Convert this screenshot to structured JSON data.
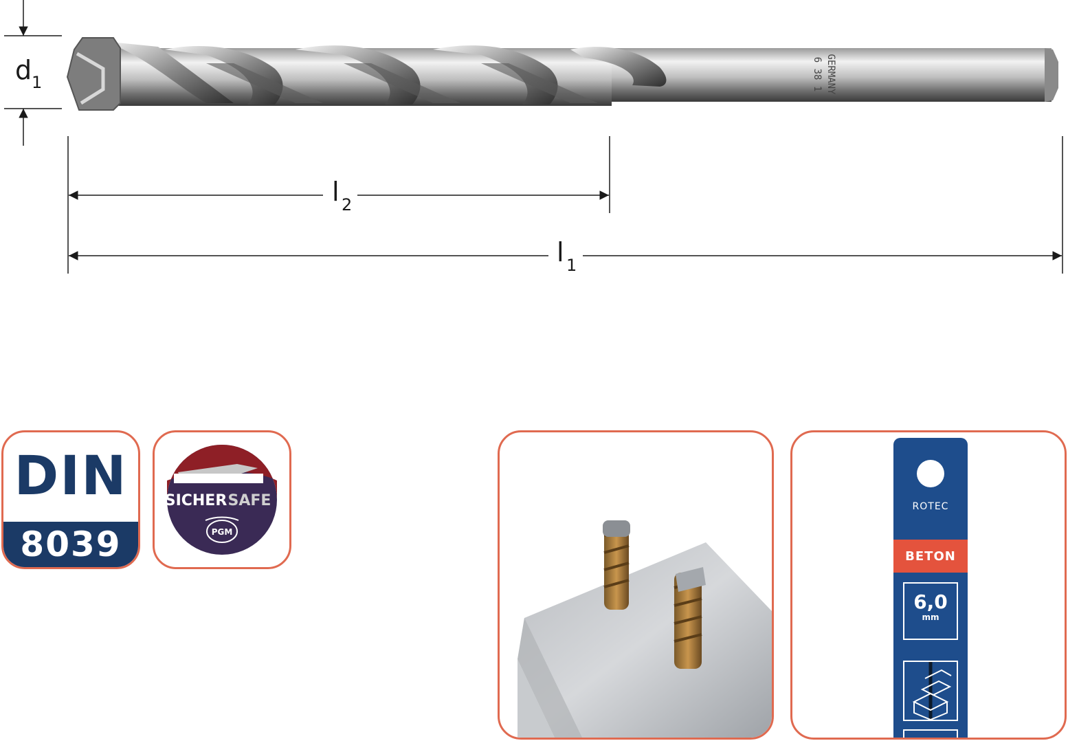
{
  "dimensions": {
    "diameter": {
      "main": "d",
      "sub": "1"
    },
    "flute_length": {
      "main": "l",
      "sub": "2"
    },
    "total_length": {
      "main": "l",
      "sub": "1"
    }
  },
  "drill_marking": {
    "line1": "6 38 1",
    "line2": "GERMANY"
  },
  "badges": {
    "din": {
      "label": "DIN",
      "number": "8039"
    },
    "sichersafe": {
      "name_part1": "SICHER",
      "name_part2": "SAFE",
      "sub": "PGM"
    }
  },
  "package": {
    "brand": "ROTEC",
    "material": "BETON",
    "size_value": "6,0",
    "size_unit": "mm"
  },
  "colors": {
    "card_border": "#e06a50",
    "navy": "#1b3a66",
    "package_blue": "#1e4d8c",
    "package_red": "#e4533d"
  }
}
